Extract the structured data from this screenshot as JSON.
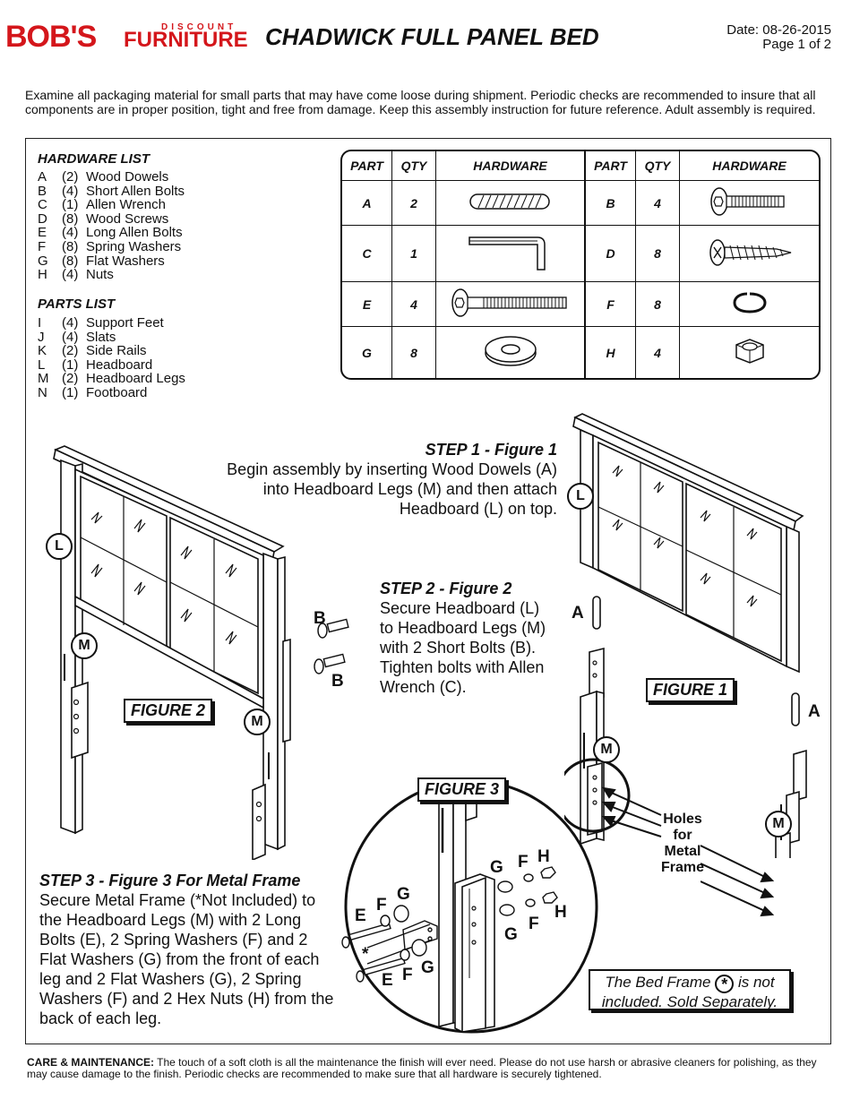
{
  "header": {
    "logo_bobs": "BOB'S",
    "logo_discount": "DISCOUNT",
    "logo_furniture": "FURNITURE",
    "title": "CHADWICK FULL PANEL BED",
    "date": "Date: 08-26-2015",
    "page": "Page 1 of 2"
  },
  "intro": "Examine all packaging material for small parts that may have come loose during shipment. Periodic checks are recommended to insure that all components are in proper position, tight and free from damage. Keep this assembly instruction for future reference. Adult assembly is required.",
  "hardware_list": {
    "title": "HARDWARE LIST",
    "items": [
      {
        "letter": "A",
        "qty": "(2)",
        "name": "Wood Dowels"
      },
      {
        "letter": "B",
        "qty": "(4)",
        "name": "Short Allen Bolts"
      },
      {
        "letter": "C",
        "qty": "(1)",
        "name": "Allen Wrench"
      },
      {
        "letter": "D",
        "qty": "(8)",
        "name": "Wood Screws"
      },
      {
        "letter": "E",
        "qty": "(4)",
        "name": "Long Allen Bolts"
      },
      {
        "letter": "F",
        "qty": "(8)",
        "name": "Spring Washers"
      },
      {
        "letter": "G",
        "qty": "(8)",
        "name": "Flat Washers"
      },
      {
        "letter": "H",
        "qty": "(4)",
        "name": "Nuts"
      }
    ]
  },
  "parts_list": {
    "title": "PARTS LIST",
    "items": [
      {
        "letter": "I",
        "qty": "(4)",
        "name": "Support Feet"
      },
      {
        "letter": "J",
        "qty": "(4)",
        "name": "Slats"
      },
      {
        "letter": "K",
        "qty": "(2)",
        "name": "Side Rails"
      },
      {
        "letter": "L",
        "qty": "(1)",
        "name": "Headboard"
      },
      {
        "letter": "M",
        "qty": "(2)",
        "name": "Headboard Legs"
      },
      {
        "letter": "N",
        "qty": "(1)",
        "name": "Footboard"
      }
    ]
  },
  "hw_table": {
    "headers": [
      "PART",
      "QTY",
      "HARDWARE",
      "PART",
      "QTY",
      "HARDWARE"
    ],
    "rows": [
      {
        "p1": "A",
        "q1": "2",
        "i1": "dowel-icon",
        "p2": "B",
        "q2": "4",
        "i2": "short-bolt-icon"
      },
      {
        "p1": "C",
        "q1": "1",
        "i1": "allen-wrench-icon",
        "p2": "D",
        "q2": "8",
        "i2": "wood-screw-icon"
      },
      {
        "p1": "E",
        "q1": "4",
        "i1": "long-bolt-icon",
        "p2": "F",
        "q2": "8",
        "i2": "spring-washer-icon"
      },
      {
        "p1": "G",
        "q1": "8",
        "i1": "flat-washer-icon",
        "p2": "H",
        "q2": "4",
        "i2": "hex-nut-icon"
      }
    ]
  },
  "step1": {
    "heading": "STEP 1 - Figure 1",
    "lines": [
      "Begin assembly by inserting Wood Dowels (A)",
      "into Headboard Legs (M) and then attach",
      "Headboard (L) on top."
    ]
  },
  "step2": {
    "heading": "STEP 2 - Figure 2",
    "lines": [
      "Secure Headboard (L)",
      "to Headboard Legs (M)",
      "with 2 Short Bolts (B).",
      "Tighten bolts with Allen",
      "Wrench (C)."
    ]
  },
  "step3": {
    "heading": "STEP 3 - Figure 3 For Metal Frame",
    "lines": [
      "Secure Metal Frame (*Not Included) to",
      "the Headboard Legs (M) with 2 Long",
      "Bolts (E), 2 Spring Washers (F) and 2",
      "Flat Washers (G) from the front of each",
      "leg and 2 Flat Washers (G), 2 Spring",
      "Washers (F) and 2 Hex Nuts (H) from the",
      "back of each leg."
    ]
  },
  "figures": {
    "fig1": "FIGURE 1",
    "fig2": "FIGURE 2",
    "fig3": "FIGURE 3"
  },
  "callouts": {
    "L": "L",
    "M": "M",
    "A": "A",
    "B": "B",
    "E": "E",
    "F": "F",
    "G": "G",
    "H": "H",
    "star": "*"
  },
  "holes_label": [
    "Holes",
    "for",
    "Metal",
    "Frame"
  ],
  "note": {
    "line1a": "The Bed Frame",
    "star": "*",
    "line1b": "is not",
    "line2": "included. Sold Separately."
  },
  "care": {
    "label": "CARE & MAINTENANCE:",
    "text": " The touch of a soft cloth is all the maintenance the finish will ever need. Please do not use harsh or abrasive cleaners for polishing, as they may cause damage to the finish. Periodic checks are recommended to make sure that all hardware is securely tightened."
  }
}
